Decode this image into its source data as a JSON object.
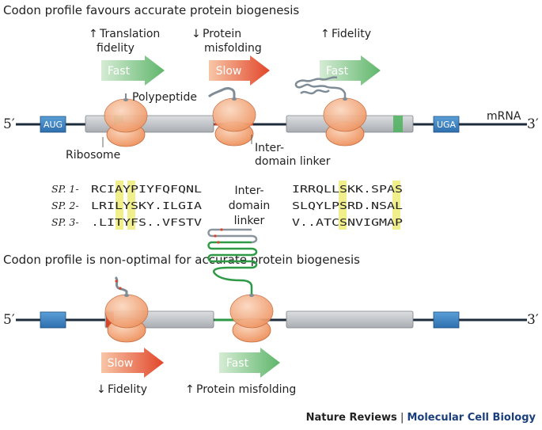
{
  "panel_top": {
    "title": "Codon profile favours accurate protein biogenesis",
    "five_prime": "5′",
    "three_prime": "3′",
    "start_codon": "AUG",
    "stop_codon": "UGA",
    "mrna_label": "mRNA",
    "ribosome_label": "Ribosome",
    "polypeptide_label": "Polypeptide",
    "linker_label_line1": "Inter-",
    "linker_label_line2": "domain linker",
    "annotations": [
      {
        "arrow": "↑",
        "line1": "Translation",
        "line2": "fidelity",
        "speed": "Fast"
      },
      {
        "arrow": "↓",
        "line1": "Protein",
        "line2": "misfolding",
        "speed": "Slow"
      },
      {
        "arrow": "↑",
        "line1": "Fidelity",
        "line2": "",
        "speed": "Fast"
      }
    ]
  },
  "alignment": {
    "rows": [
      {
        "name": "SP. 1-",
        "seq_left": "RCIAYPIYFQFQNL",
        "seq_right": "IRRQLLSKK.SPAS"
      },
      {
        "name": "SP. 2-",
        "seq_left": "LRILYSKY.ILGIA",
        "seq_right": "SLQYLPSRD.NSAL"
      },
      {
        "name": "SP. 3-",
        "seq_left": ".LITYFS..VFSTV",
        "seq_right": "V..ATCSNVIGMAP"
      }
    ],
    "middle_label": [
      "Inter-",
      "domain",
      "linker"
    ],
    "highlight_color": "#f1ef8c"
  },
  "panel_bottom": {
    "title": "Codon profile is non-optimal for accurate protein biogenesis",
    "five_prime": "5′",
    "three_prime": "3′",
    "annotations": [
      {
        "speed": "Slow",
        "arrow": "↓",
        "text": "Fidelity"
      },
      {
        "speed": "Fast",
        "arrow": "↑",
        "text": "Protein misfolding"
      }
    ]
  },
  "footer": {
    "publisher": "Nature Reviews",
    "separator": "|",
    "journal": "Molecular Cell Biology"
  },
  "colors": {
    "fast_arrow": "#7cc585",
    "slow_arrow": "#e9623f",
    "codon_box": "#3a7fc1",
    "gene_segment": "#b9bcc0",
    "ribosome": "#f2a37a",
    "mrna_line": "#1d2b3a",
    "green_peptide": "#2e9a45",
    "highlight": "#f1ef8c"
  }
}
